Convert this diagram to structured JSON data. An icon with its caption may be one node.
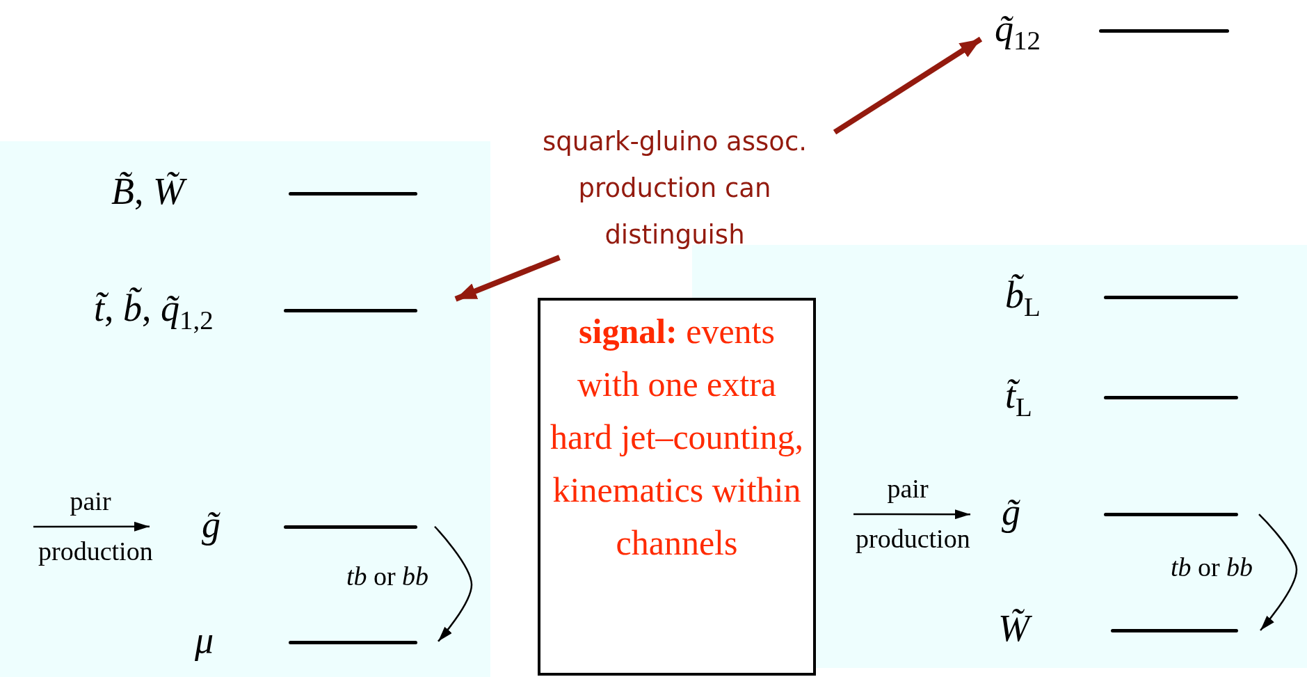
{
  "diagram": {
    "nodes": [
      {
        "text": [
          "*q̃*$_{12}$"
        ]
      },
      {
        "text": [
          "squark-gluino assoc. production can distinguish"
        ]
      },
      {
        "text": [
          "*B̃*, *W̃*"
        ]
      },
      {
        "text": [
          "*t̃*, *b̃*, *q̃*$_{1,2}$"
        ]
      },
      {
        "text": [
          "*g̃*"
        ]
      },
      {
        "text": [
          "*μ*"
        ]
      },
      {
        "text": [
          "**signal:** events with one extra hard jet–counting, kinematics within channels"
        ]
      },
      {
        "text": [
          "*b̃*$_{L}$"
        ]
      },
      {
        "text": [
          "*t̃*$_{L}$"
        ]
      },
      {
        "text": [
          "*g̃*"
        ]
      },
      {
        "text": [
          "*W̃*"
        ]
      }
    ],
    "edges": [
      {
        "from": 1,
        "to": 0,
        "arrow": "to",
        "style": "thick",
        "color": "#931a0e"
      },
      {
        "from": 1,
        "to": 3,
        "arrow": "to",
        "style": "thick",
        "color": "#931a0e"
      },
      {
        "from": null,
        "to": 4,
        "arrow": "to",
        "label": "pair production"
      },
      {
        "from": 4,
        "to": 5,
        "arrow": "to",
        "label": "*tb* or *bb*"
      },
      {
        "from": null,
        "to": 9,
        "arrow": "to",
        "label": "pair production"
      },
      {
        "from": 9,
        "to": 10,
        "arrow": "to",
        "label": "*tb* or *bb*"
      }
    ]
  }
}
